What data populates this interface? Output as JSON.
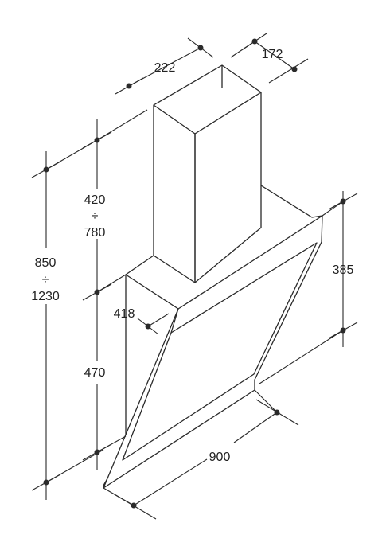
{
  "dimensions": {
    "chimney_width": "222",
    "chimney_depth": "172",
    "chimney_height_top": "420",
    "chimney_height_sep": "÷",
    "chimney_height_bottom": "780",
    "total_height_top": "850",
    "total_height_sep": "÷",
    "total_height_bottom": "1230",
    "canopy_depth": "418",
    "canopy_height": "470",
    "glass_height": "385",
    "overall_width": "900"
  },
  "colors": {
    "line": "#2a2a2a",
    "background": "#ffffff"
  }
}
